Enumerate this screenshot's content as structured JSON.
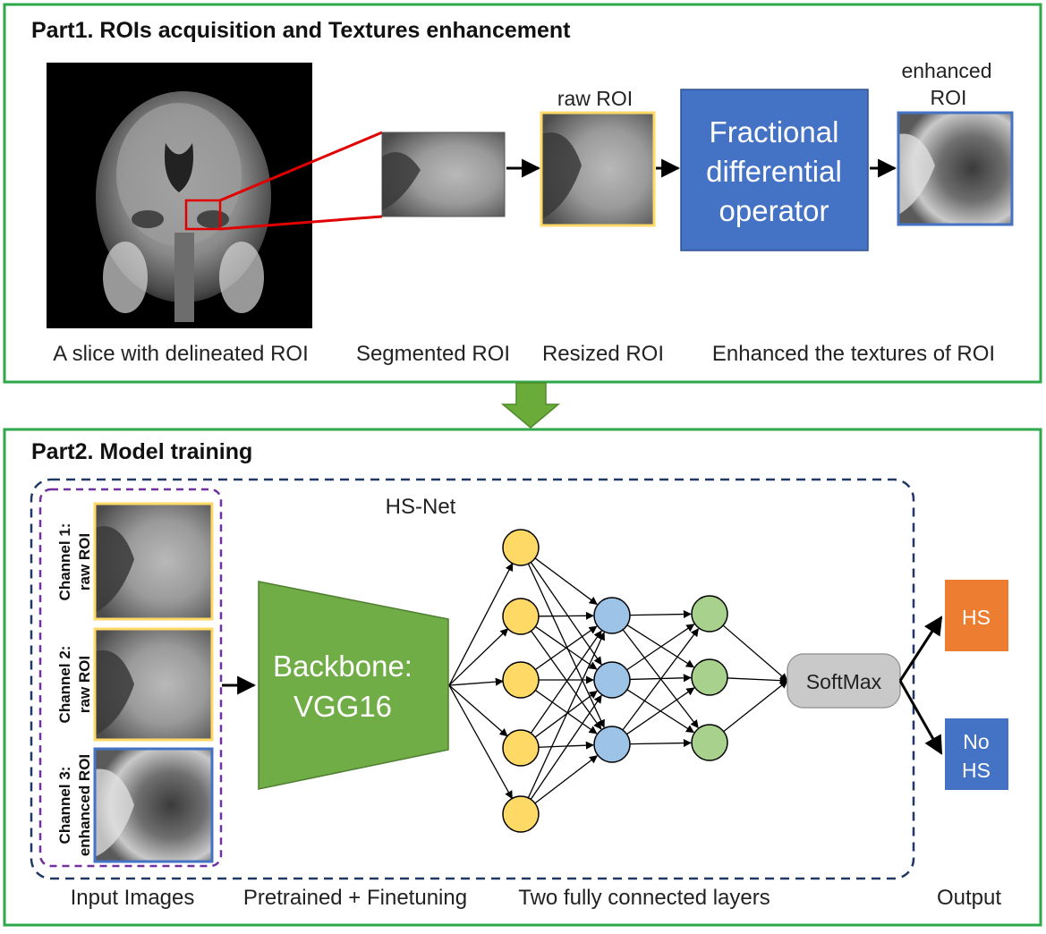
{
  "part1": {
    "title": "Part1. ROIs acquisition and Textures enhancement",
    "raw_roi_label": "raw ROI",
    "enhanced_roi_label_line1": "enhanced",
    "enhanced_roi_label_line2": "ROI",
    "operator_line1": "Fractional",
    "operator_line2": "differential",
    "operator_line3": "operator",
    "captions": {
      "slice": "A slice with delineated ROI",
      "segmented": "Segmented ROI",
      "resized": "Resized ROI",
      "enhanced": "Enhanced the textures of ROI"
    }
  },
  "part2": {
    "title": "Part2. Model training",
    "network_name": "HS-Net",
    "channels": [
      {
        "line1": "Channel 1:",
        "line2": "raw ROI"
      },
      {
        "line1": "Channel 2:",
        "line2": "raw ROI"
      },
      {
        "line1": "Channel 3:",
        "line2": "enhanced ROI"
      }
    ],
    "backbone_line1": "Backbone:",
    "backbone_line2": "VGG16",
    "softmax_label": "SoftMax",
    "output_hs": "HS",
    "output_no_hs_line1": "No",
    "output_no_hs_line2": "HS",
    "captions": {
      "input": "Input Images",
      "pretrained": "Pretrained + Finetuning",
      "fc": "Two fully connected layers",
      "output": "Output"
    }
  },
  "colors": {
    "frame_green": "#2ea84a",
    "down_arrow_green": "#6aab3a",
    "operator_blue": "#4472c4",
    "backbone_green": "#70ad47",
    "node_yellow": "#ffd966",
    "node_blue": "#9dc3e6",
    "node_green": "#a9d18e",
    "hs_orange": "#ed7d31",
    "no_hs_blue": "#4472c4",
    "roi_frame_yellow": "#ffd966",
    "roi_frame_blue": "#4472c4",
    "hsnet_dash": "#1f3864",
    "input_dash": "#7030a0",
    "seg_red": "#e00000"
  }
}
